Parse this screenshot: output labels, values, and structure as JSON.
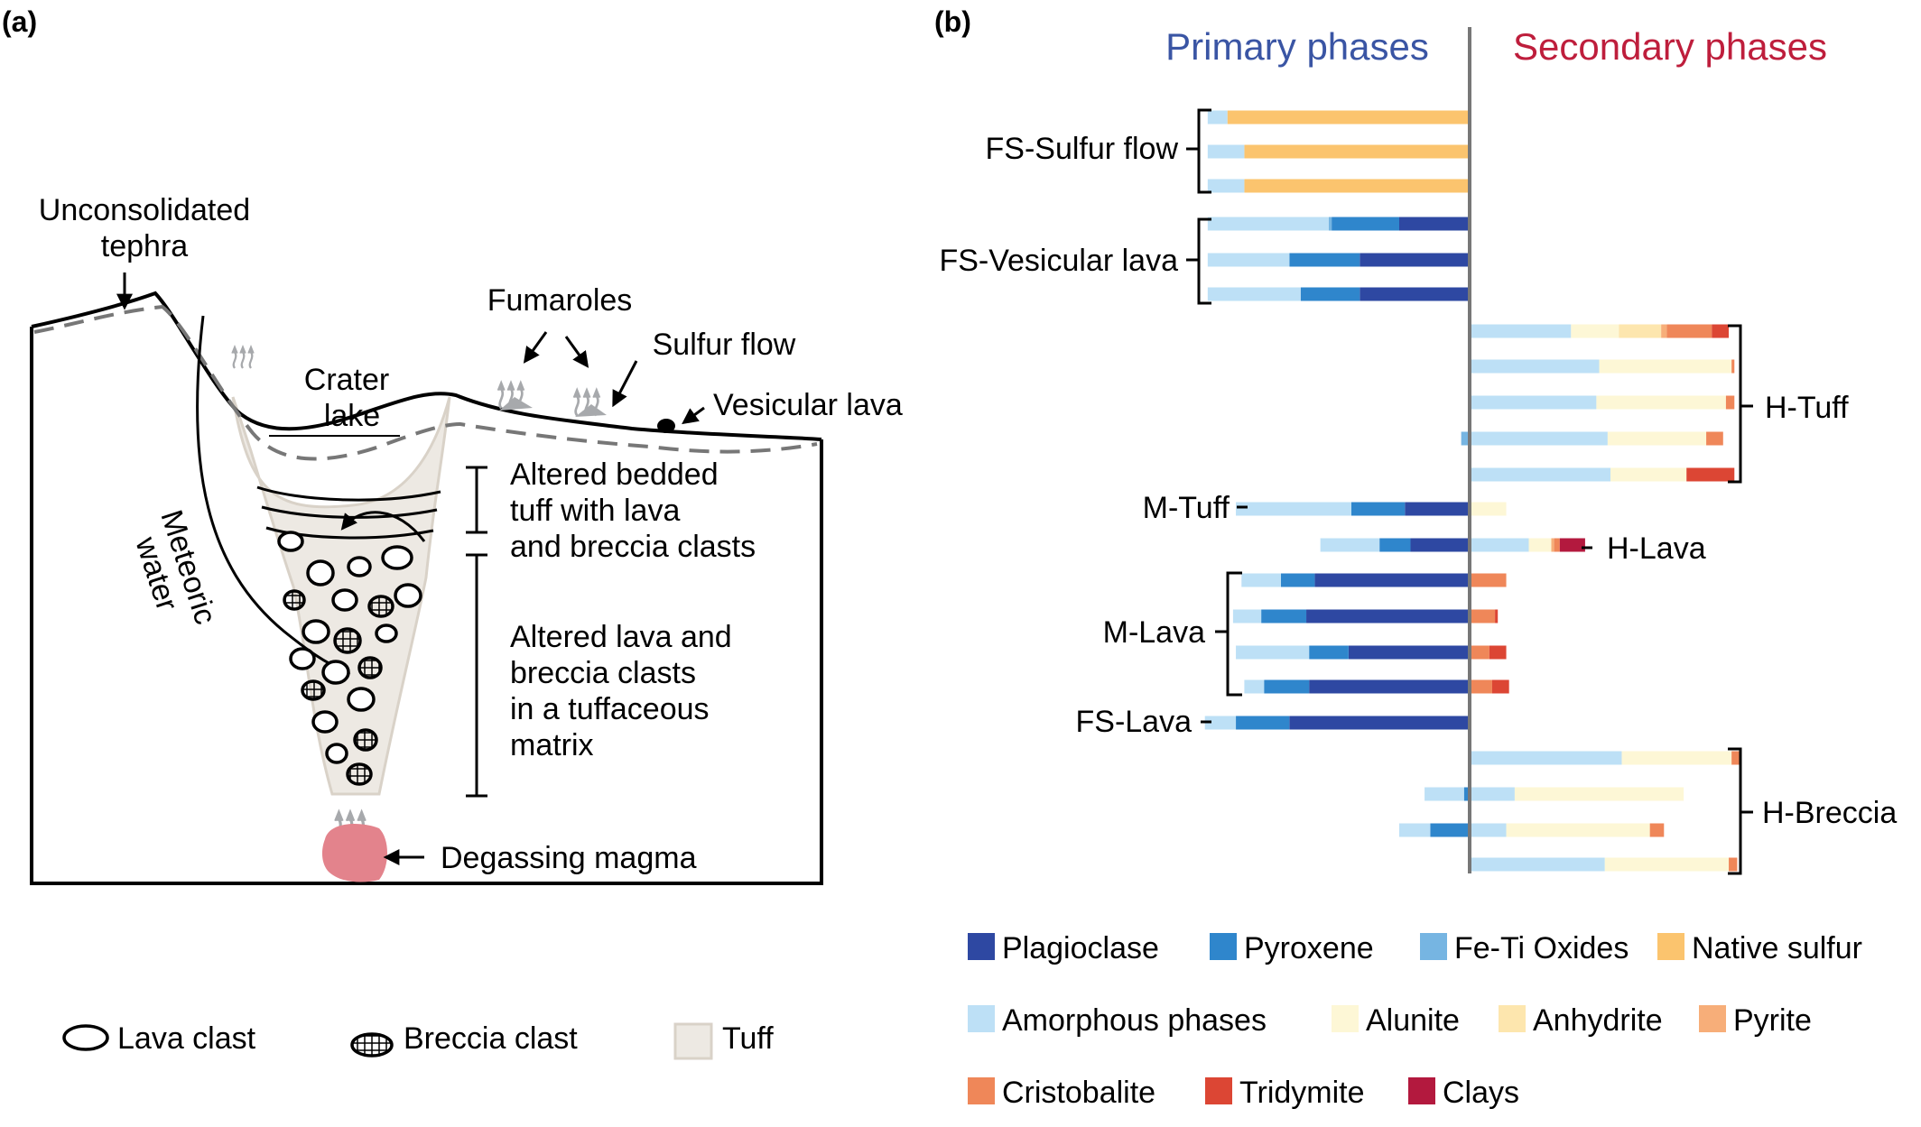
{
  "panel_a": {
    "label": "(a)",
    "texts": {
      "unconsolidated": "Unconsolidated",
      "tephra": "tephra",
      "fumaroles": "Fumaroles",
      "sulfur_flow": "Sulfur flow",
      "crater": "Crater",
      "lake": "lake",
      "vesicular_lava": "Vesicular lava",
      "altered_bedded_1": "Altered bedded",
      "altered_bedded_2": "tuff with lava",
      "altered_bedded_3": "and breccia clasts",
      "altered_lava_1": "Altered lava and",
      "altered_lava_2": "breccia clasts",
      "altered_lava_3": "in a tuffaceous",
      "altered_lava_4": "matrix",
      "meteoric": "Meteoric",
      "water": "water",
      "degassing_magma": "Degassing magma"
    },
    "legend": {
      "lava_clast": "Lava clast",
      "breccia_clast": "Breccia clast",
      "tuff": "Tuff"
    },
    "colors": {
      "tuff": "#ede9e3",
      "magma": "#e3838c",
      "fumarole": "#a7a9ac"
    }
  },
  "panel_b": {
    "label": "(b)",
    "primary_header": "Primary phases",
    "secondary_header": "Secondary phases",
    "header_colors": {
      "primary": "#3a55a4",
      "secondary": "#be1e3c"
    },
    "group_labels": {
      "fs_sulfur_flow": "FS-Sulfur flow",
      "fs_vesicular_lava": "FS-Vesicular lava",
      "h_tuff": "H-Tuff",
      "m_tuff": "M-Tuff",
      "h_lava": "H-Lava",
      "m_lava": "M-Lava",
      "fs_lava": "FS-Lava",
      "h_breccia": "H-Breccia"
    },
    "phase_colors": {
      "Plagioclase": "#2e48a2",
      "Pyroxene": "#2f86cc",
      "Fe-Ti Oxides": "#76b5e2",
      "Native sulfur": "#fbc46e",
      "Amorphous phases": "#bde0f6",
      "Alunite": "#fdf7d6",
      "Anhydrite": "#fde6ae",
      "Pyrite": "#f7ae79",
      "Cristobalite": "#ef8759",
      "Tridymite": "#dc4634",
      "Clays": "#b3193e"
    },
    "legend_rows": [
      [
        "Plagioclase",
        "Pyroxene",
        "Fe-Ti Oxides",
        "Native sulfur"
      ],
      [
        "Amorphous phases",
        "Alunite",
        "Anhydrite",
        "Pyrite"
      ],
      [
        "Cristobalite",
        "Tridymite",
        "Clays"
      ]
    ]
  },
  "chart_data": {
    "type": "bar",
    "orientation": "horizontal-diverging",
    "primary_header": "Primary phases",
    "secondary_header": "Secondary phases",
    "series": [
      "Plagioclase",
      "Pyroxene",
      "Fe-Ti Oxides",
      "Native sulfur",
      "Amorphous phases",
      "Alunite",
      "Anhydrite",
      "Pyrite",
      "Cristobalite",
      "Tridymite",
      "Clays"
    ],
    "samples": [
      {
        "group": "FS-Sulfur flow",
        "left": [
          [
            "Native sulfur",
            86
          ],
          [
            "Amorphous phases",
            7
          ]
        ],
        "right": []
      },
      {
        "group": "FS-Sulfur flow",
        "left": [
          [
            "Native sulfur",
            80
          ],
          [
            "Amorphous phases",
            13
          ]
        ],
        "right": []
      },
      {
        "group": "FS-Sulfur flow",
        "left": [
          [
            "Native sulfur",
            80
          ],
          [
            "Amorphous phases",
            13
          ]
        ],
        "right": []
      },
      {
        "group": "FS-Vesicular lava",
        "left": [
          [
            "Plagioclase",
            25
          ],
          [
            "Pyroxene",
            24
          ],
          [
            "Fe-Ti Oxides",
            1
          ],
          [
            "Amorphous phases",
            43
          ]
        ],
        "right": []
      },
      {
        "group": "FS-Vesicular lava",
        "left": [
          [
            "Plagioclase",
            39
          ],
          [
            "Pyroxene",
            25
          ],
          [
            "Amorphous phases",
            29
          ]
        ],
        "right": []
      },
      {
        "group": "FS-Vesicular lava",
        "left": [
          [
            "Plagioclase",
            39
          ],
          [
            "Pyroxene",
            21
          ],
          [
            "Amorphous phases",
            33
          ]
        ],
        "right": []
      },
      {
        "group": "H-Tuff",
        "left": [],
        "right": [
          [
            "Amorphous phases",
            36
          ],
          [
            "Alunite",
            17
          ],
          [
            "Anhydrite",
            15
          ],
          [
            "Pyrite",
            2
          ],
          [
            "Cristobalite",
            16
          ],
          [
            "Tridymite",
            6
          ]
        ]
      },
      {
        "group": "H-Tuff",
        "left": [],
        "right": [
          [
            "Amorphous phases",
            46
          ],
          [
            "Alunite",
            47
          ],
          [
            "Cristobalite",
            1
          ]
        ]
      },
      {
        "group": "H-Tuff",
        "left": [],
        "right": [
          [
            "Amorphous phases",
            45
          ],
          [
            "Alunite",
            46
          ],
          [
            "Cristobalite",
            3
          ]
        ]
      },
      {
        "group": "H-Tuff",
        "left": [
          [
            "Fe-Ti Oxides",
            3
          ]
        ],
        "right": [
          [
            "Amorphous phases",
            49
          ],
          [
            "Alunite",
            35
          ],
          [
            "Cristobalite",
            6
          ]
        ]
      },
      {
        "group": "H-Tuff",
        "left": [],
        "right": [
          [
            "Amorphous phases",
            50
          ],
          [
            "Alunite",
            27
          ],
          [
            "Tridymite",
            17
          ]
        ]
      },
      {
        "group": "M-Tuff",
        "left": [
          [
            "Plagioclase",
            23
          ],
          [
            "Pyroxene",
            19
          ],
          [
            "Amorphous phases",
            41
          ]
        ],
        "right": [
          [
            "Alunite",
            13
          ]
        ]
      },
      {
        "group": "H-Lava",
        "left": [
          [
            "Plagioclase",
            21
          ],
          [
            "Pyroxene",
            11
          ],
          [
            "Amorphous phases",
            21
          ]
        ],
        "right": [
          [
            "Amorphous phases",
            21
          ],
          [
            "Alunite",
            8
          ],
          [
            "Pyrite",
            1
          ],
          [
            "Cristobalite",
            2
          ],
          [
            "Clays",
            9
          ]
        ]
      },
      {
        "group": "M-Lava",
        "left": [
          [
            "Plagioclase",
            55
          ],
          [
            "Pyroxene",
            12
          ],
          [
            "Amorphous phases",
            14
          ]
        ],
        "right": [
          [
            "Cristobalite",
            13
          ]
        ]
      },
      {
        "group": "M-Lava",
        "left": [
          [
            "Plagioclase",
            58
          ],
          [
            "Pyroxene",
            16
          ],
          [
            "Amorphous phases",
            10
          ]
        ],
        "right": [
          [
            "Cristobalite",
            9
          ],
          [
            "Tridymite",
            1
          ]
        ]
      },
      {
        "group": "M-Lava",
        "left": [
          [
            "Plagioclase",
            43
          ],
          [
            "Pyroxene",
            14
          ],
          [
            "Amorphous phases",
            26
          ]
        ],
        "right": [
          [
            "Cristobalite",
            7
          ],
          [
            "Tridymite",
            6
          ]
        ]
      },
      {
        "group": "M-Lava",
        "left": [
          [
            "Plagioclase",
            57
          ],
          [
            "Pyroxene",
            16
          ],
          [
            "Amorphous phases",
            7
          ]
        ],
        "right": [
          [
            "Cristobalite",
            8
          ],
          [
            "Tridymite",
            6
          ]
        ]
      },
      {
        "group": "FS-Lava",
        "left": [
          [
            "Plagioclase",
            64
          ],
          [
            "Pyroxene",
            19
          ],
          [
            "Amorphous phases",
            11
          ]
        ],
        "right": []
      },
      {
        "group": "H-Breccia",
        "left": [],
        "right": [
          [
            "Amorphous phases",
            54
          ],
          [
            "Alunite",
            39
          ],
          [
            "Cristobalite",
            3
          ]
        ]
      },
      {
        "group": "H-Breccia",
        "left": [
          [
            "Pyroxene",
            2
          ],
          [
            "Amorphous phases",
            14
          ]
        ],
        "right": [
          [
            "Amorphous phases",
            16
          ],
          [
            "Alunite",
            60
          ]
        ]
      },
      {
        "group": "H-Breccia",
        "left": [
          [
            "Pyroxene",
            14
          ],
          [
            "Amorphous phases",
            11
          ]
        ],
        "right": [
          [
            "Amorphous phases",
            13
          ],
          [
            "Alunite",
            51
          ],
          [
            "Cristobalite",
            5
          ]
        ]
      },
      {
        "group": "H-Breccia",
        "left": [],
        "right": [
          [
            "Amorphous phases",
            48
          ],
          [
            "Alunite",
            44
          ],
          [
            "Cristobalite",
            3
          ]
        ]
      }
    ]
  }
}
